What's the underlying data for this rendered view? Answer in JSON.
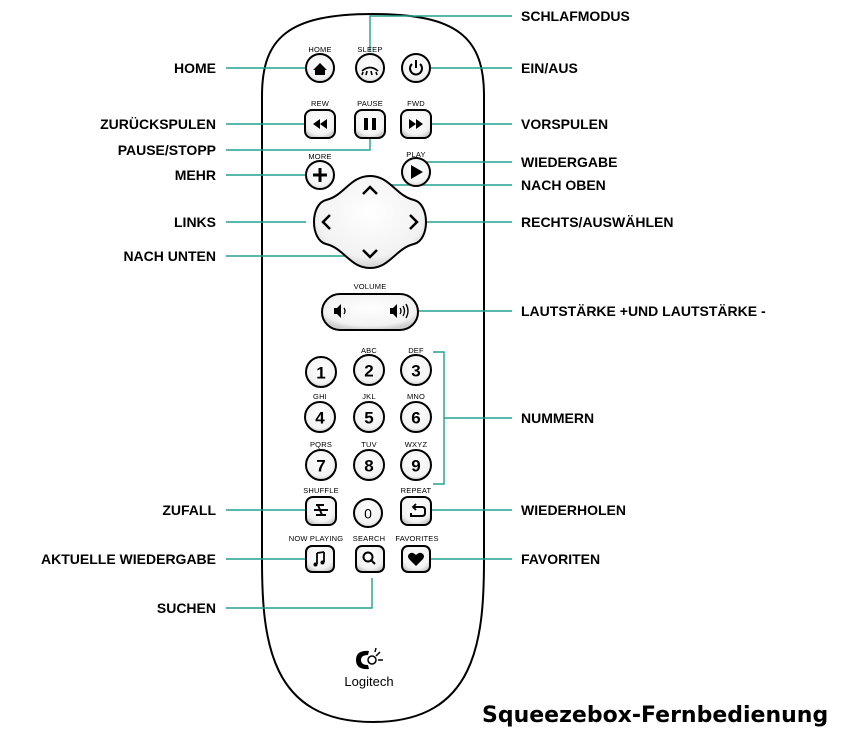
{
  "title": "Squeezebox-Fernbedienung",
  "brand": "Logitech",
  "colors": {
    "leader_line": "#20a090",
    "button_fill": "#ffffff",
    "outline": "#000000"
  },
  "callouts": {
    "schlafmodus": "SCHLAFMODUS",
    "home": "HOME",
    "ein_aus": "EIN/AUS",
    "zurueckspulen": "ZURÜCKSPULEN",
    "vorspulen": "VORSPULEN",
    "pause_stopp": "PAUSE/STOPP",
    "wiedergabe": "WIEDERGABE",
    "mehr": "MEHR",
    "nach_oben": "NACH OBEN",
    "links": "LINKS",
    "rechts": "RECHTS/AUSWÄHLEN",
    "nach_unten": "NACH UNTEN",
    "lautstaerke": "LAUTSTÄRKE +UND LAUTSTÄRKE -",
    "nummern": "NUMMERN",
    "zufall": "ZUFALL",
    "wiederholen": "WIEDERHOLEN",
    "aktuelle": "AKTUELLE WIEDERGABE",
    "favoriten": "FAVORITEN",
    "suchen": "SUCHEN"
  },
  "remote": {
    "labels": {
      "home": "HOME",
      "sleep": "SLEEP",
      "rew": "REW",
      "pause": "PAUSE",
      "fwd": "FWD",
      "more": "MORE",
      "play": "PLAY",
      "volume": "VOLUME",
      "abc": "ABC",
      "def": "DEF",
      "ghi": "GHI",
      "jkl": "JKL",
      "mno": "MNO",
      "pqrs": "PQRS",
      "tuv": "TUV",
      "wxyz": "WXYZ",
      "shuffle": "SHUFFLE",
      "repeat": "REPEAT",
      "now_playing": "NOW PLAYING",
      "search": "SEARCH",
      "favorites": "FAVORITES"
    },
    "digits": [
      "1",
      "2",
      "3",
      "4",
      "5",
      "6",
      "7",
      "8",
      "9",
      "0"
    ],
    "icons": {
      "home": "home-icon",
      "sleep": "sleep-icon",
      "power": "power-icon",
      "rew": "rewind-icon",
      "pause": "pause-icon",
      "fwd": "fast-forward-icon",
      "more": "plus-icon",
      "play": "play-icon",
      "vol_down": "volume-down-icon",
      "vol_up": "volume-up-icon",
      "shuffle": "shuffle-icon",
      "repeat": "repeat-icon",
      "now_playing": "music-note-icon",
      "search": "search-icon",
      "favorites": "heart-icon",
      "logo": "logitech-logo-icon"
    }
  }
}
